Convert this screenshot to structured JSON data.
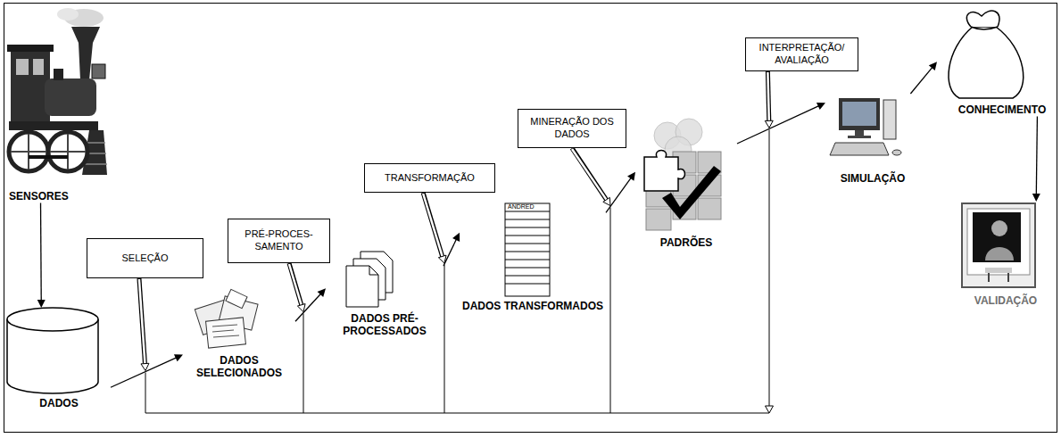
{
  "diagram": {
    "nodes": [
      {
        "text": [
          "SENSORES"
        ]
      },
      {
        "text": [
          "DADOS"
        ]
      },
      {
        "text": [
          "SELEÇÃO"
        ]
      },
      {
        "text": [
          "DADOS SELECIONADOS"
        ]
      },
      {
        "text": [
          "PRÉ-PROCES- SAMENTO"
        ]
      },
      {
        "text": [
          "DADOS PRÉ- PROCESSADOS"
        ]
      },
      {
        "text": [
          "TRANSFORMAÇÃO"
        ]
      },
      {
        "text": [
          "DADOS TRANSFORMADOS"
        ]
      },
      {
        "text": [
          "MINERAÇÃO DOS DADOS"
        ]
      },
      {
        "text": [
          "PADRÕES"
        ]
      },
      {
        "text": [
          "INTERPRETAÇÃO/ AVALIAÇÃO"
        ]
      },
      {
        "text": [
          "SIMULAÇÃO"
        ]
      },
      {
        "text": [
          "CONHECIMENTO"
        ]
      },
      {
        "text": [
          "VALIDAÇÃO"
        ]
      }
    ],
    "edges": [
      {
        "from": 0,
        "to": 1,
        "arrow": "to"
      },
      {
        "from": 1,
        "to": 3,
        "arrow": "to"
      },
      {
        "from": 3,
        "to": 5,
        "arrow": "to"
      },
      {
        "from": 5,
        "to": 7,
        "arrow": "to"
      },
      {
        "from": 7,
        "to": 9,
        "arrow": "to"
      },
      {
        "from": 9,
        "to": 11,
        "arrow": "to"
      },
      {
        "from": 11,
        "to": 12,
        "arrow": "to"
      },
      {
        "from": 12,
        "to": 13,
        "arrow": "to"
      }
    ],
    "labels": [
      "ANDRED"
    ]
  }
}
